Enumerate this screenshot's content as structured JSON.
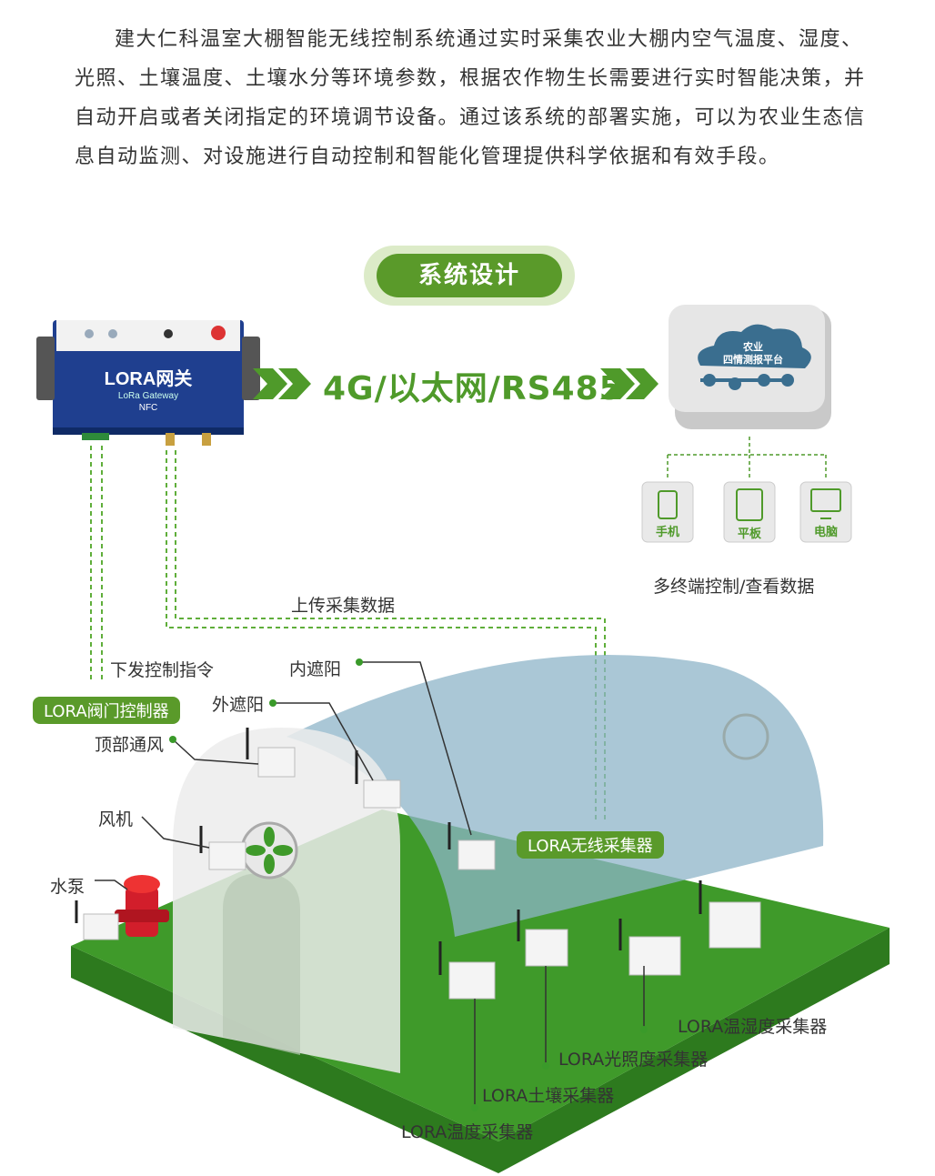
{
  "intro_text": "建大仁科温室大棚智能无线控制系统通过实时采集农业大棚内空气温度、湿度、光照、土壤温度、土壤水分等环境参数，根据农作物生长需要进行实时智能决策，并自动开启或者关闭指定的环境调节设备。通过该系统的部署实施，可以为农业生态信息自动监测、对设施进行自动控制和智能化管理提供科学依据和有效手段。",
  "section_title": "系统设计",
  "gateway": {
    "name": "LORA网关",
    "subname": "LoRa Gateway",
    "nfc": "NFC"
  },
  "protocol_label": "4G/以太网/RS485",
  "cloud_label": [
    "农业",
    "四情测报平台"
  ],
  "devices": [
    "手机",
    "平板",
    "电脑"
  ],
  "devices_caption": "多终端控制/查看数据",
  "flow_labels": {
    "upload": "上传采集数据",
    "command": "下发控制指令"
  },
  "tags": {
    "valve_controller": "LORA阀门控制器",
    "wireless_collector": "LORA无线采集器"
  },
  "actuators": [
    "内遮阳",
    "外遮阳",
    "顶部通风",
    "风机",
    "水泵"
  ],
  "sensors": [
    "LORA温湿度采集器",
    "LORA光照度采集器",
    "LORA土壤采集器",
    "LORA温度采集器"
  ],
  "colors": {
    "accent_green": "#5a9a2a",
    "ground_green": "#3f9a2a",
    "gateway_blue": "#1f3f8f"
  }
}
